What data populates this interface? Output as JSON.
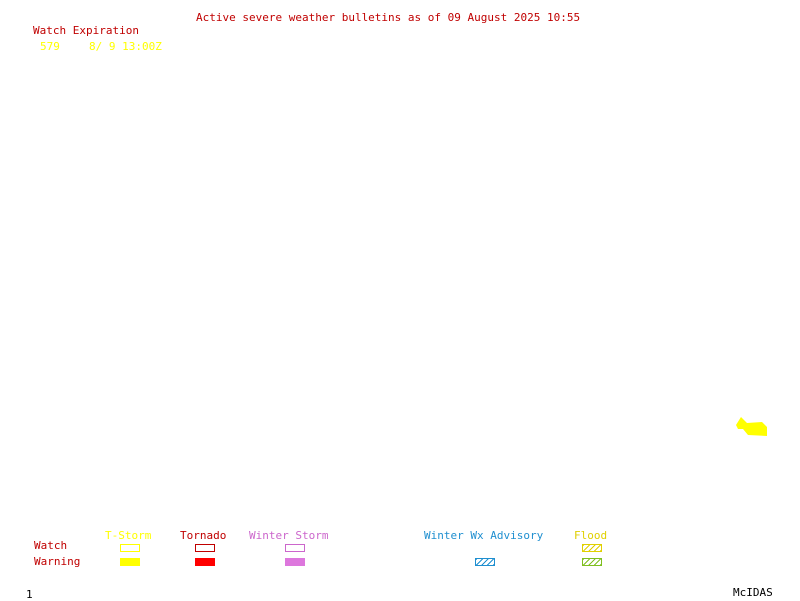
{
  "header": {
    "bulletin_title": "Active severe weather bulletins as of 09 August 2025 10:55"
  },
  "watch_list": {
    "heading": "Watch Expiration",
    "rows": [
      {
        "number": "579",
        "expiration": "8/ 9 13:00Z"
      }
    ]
  },
  "legend": {
    "row_labels": {
      "watch": "Watch",
      "warning": "Warning"
    },
    "categories": [
      {
        "label": "T-Storm",
        "color": "#ffff00"
      },
      {
        "label": "Tornado",
        "color": "#ff0000"
      },
      {
        "label": "Winter Storm",
        "color": "#cc66cc"
      },
      {
        "label": "Winter Wx Advisory",
        "color": "#1f8fd0"
      },
      {
        "label": "Flood",
        "color": "#e0d000"
      }
    ]
  },
  "footer": {
    "frame_number": "1",
    "product_name": "McIDAS"
  },
  "map": {
    "features": [
      {
        "type": "T-Storm Watch area",
        "color": "#ffff00"
      }
    ]
  }
}
